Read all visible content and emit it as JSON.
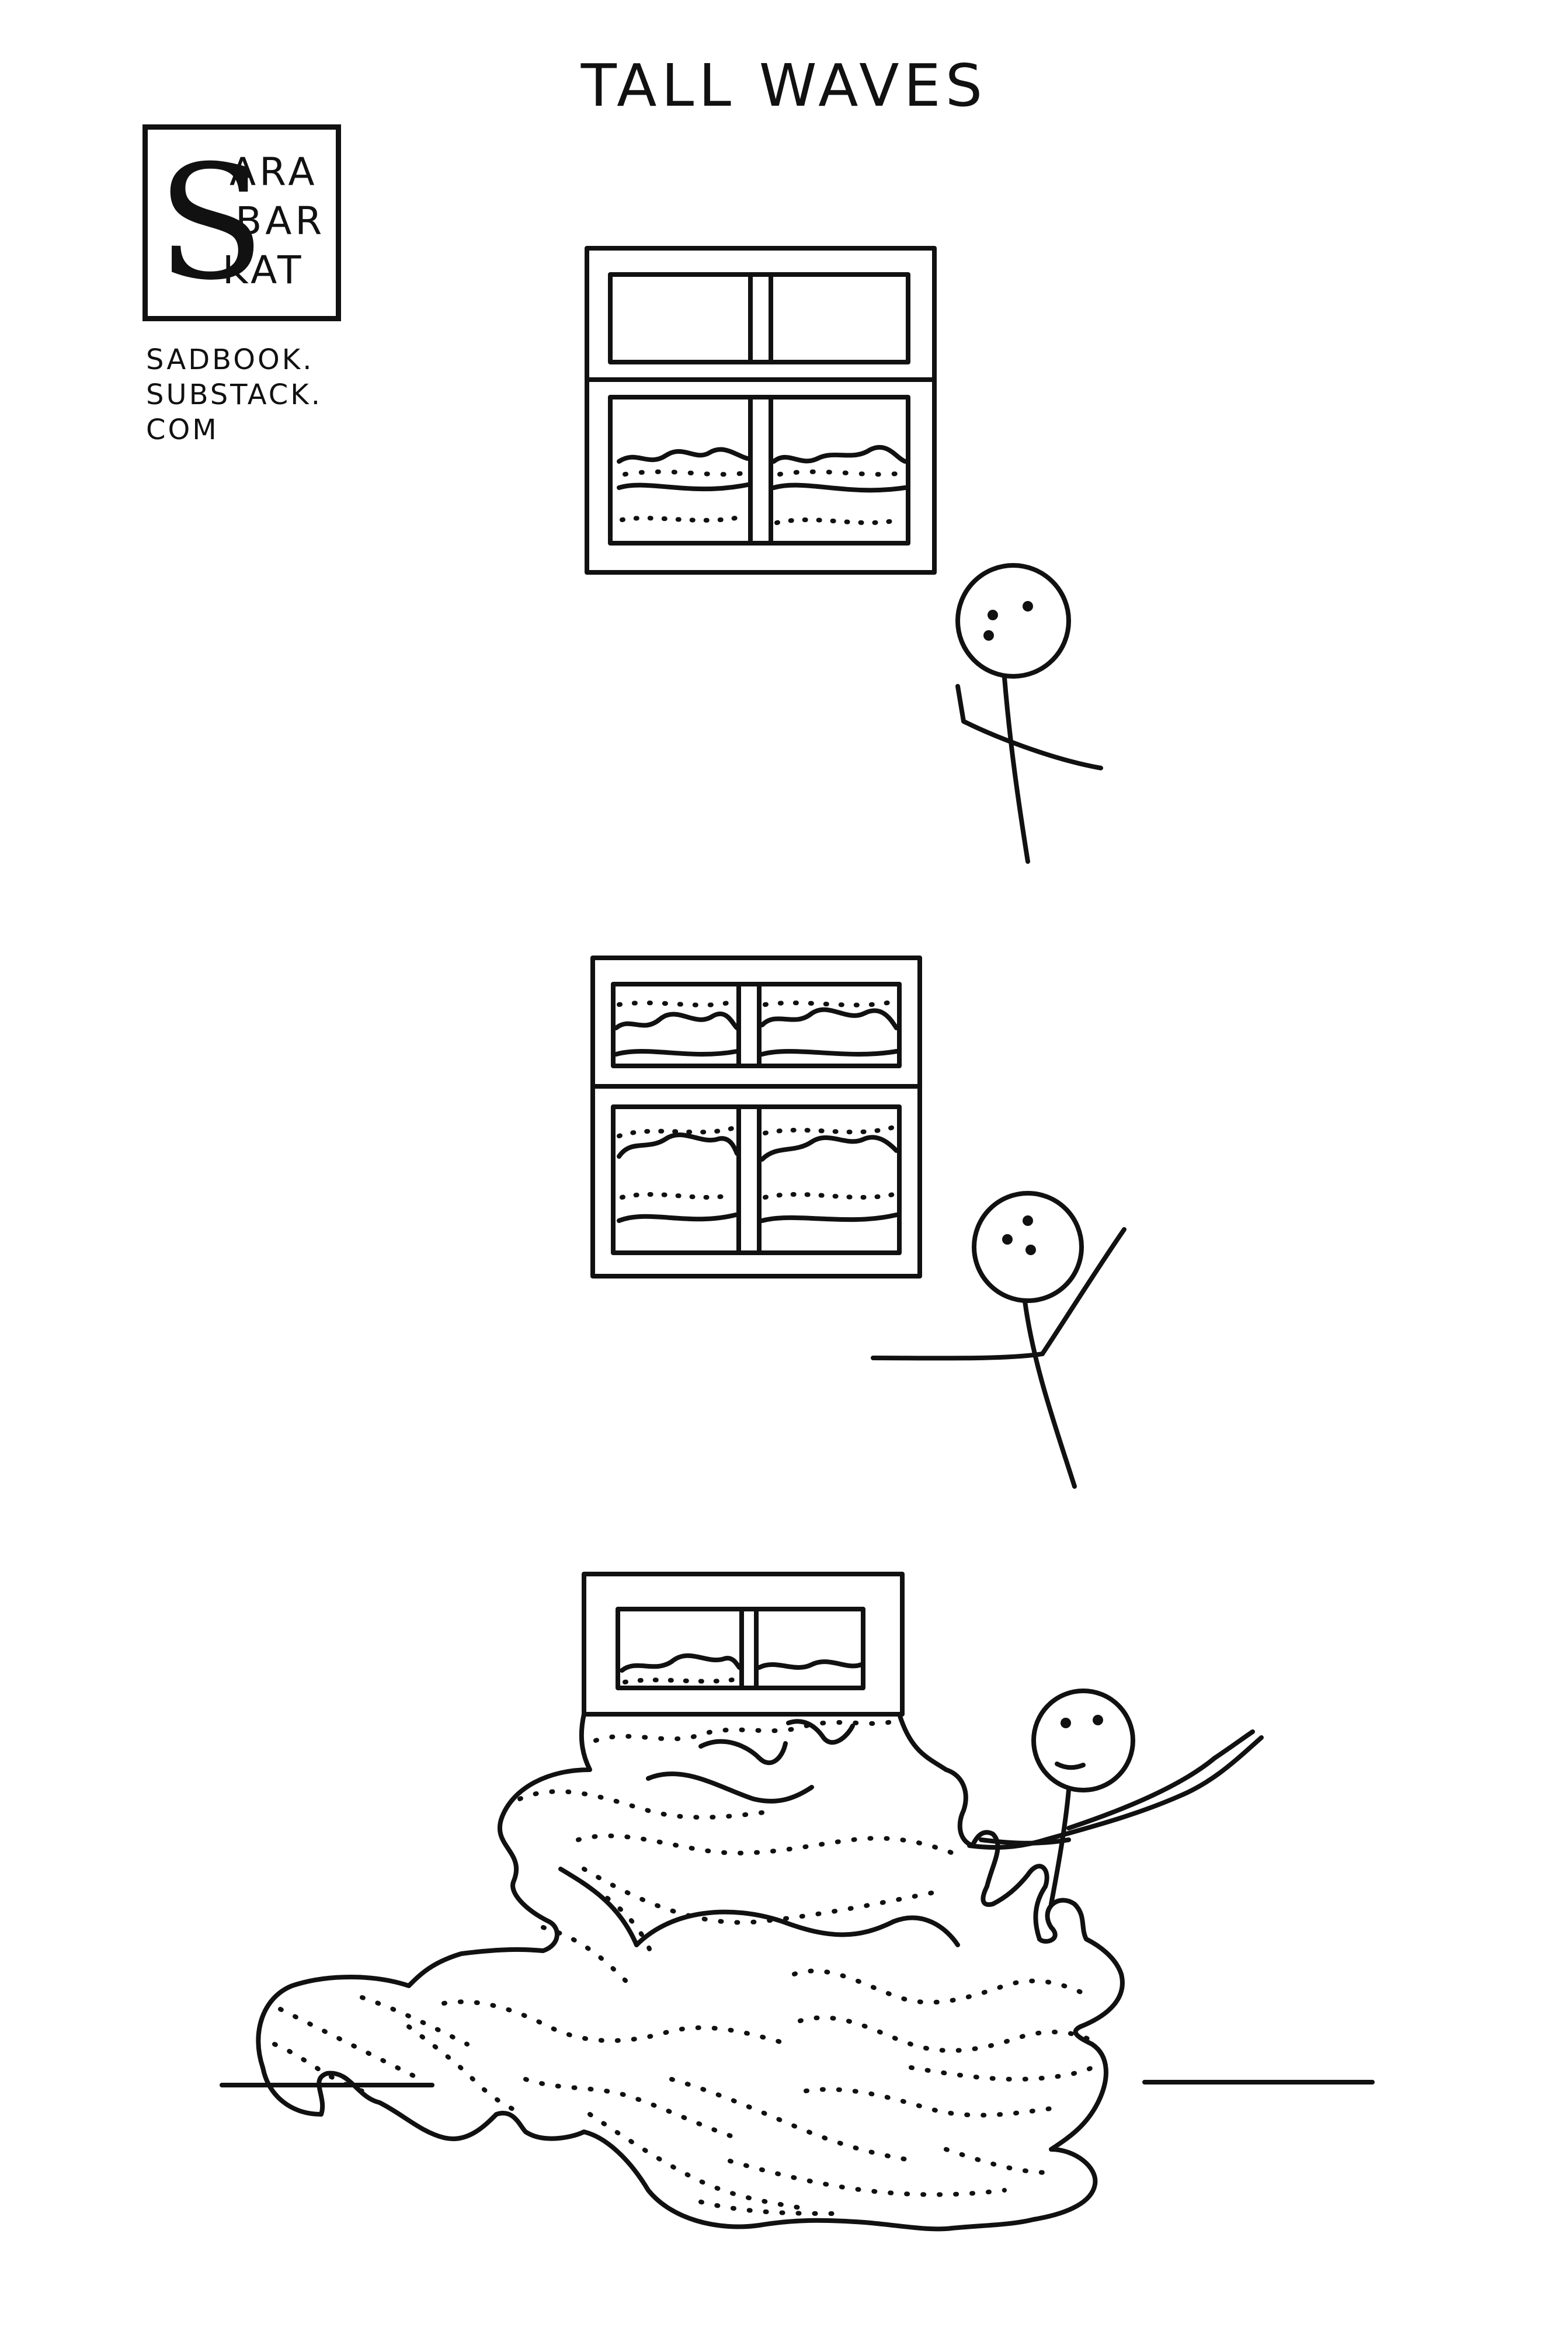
{
  "comic": {
    "title": "TALL WAVES",
    "logo": {
      "letter": "S",
      "line1": "ARA",
      "line2": "BAR",
      "line3": "KAT"
    },
    "url": {
      "line1": "SADBOOK.",
      "line2": "SUBSTACK.",
      "line3": "COM"
    },
    "panels": [
      {
        "name": "panel-1-waves-low"
      },
      {
        "name": "panel-2-waves-rising"
      },
      {
        "name": "panel-3-waves-flooding"
      }
    ],
    "colors": {
      "ink": "#111111",
      "paper": "#ffffff"
    }
  }
}
